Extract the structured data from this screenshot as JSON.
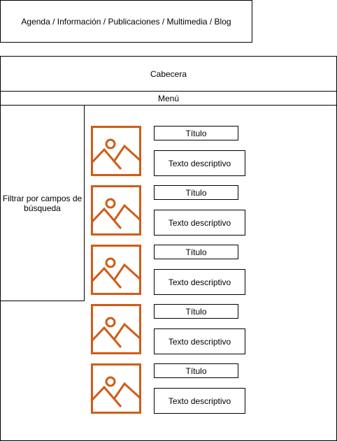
{
  "nav": {
    "label": "Agenda / Información / Publicaciones / Multimedia / Blog"
  },
  "header": {
    "label": "Cabecera"
  },
  "menu": {
    "label": "Menú"
  },
  "filter": {
    "label": "Filtrar por campos de búsqueda"
  },
  "colors": {
    "icon_stroke": "#D05C17",
    "border": "#000000"
  },
  "items": [
    {
      "icon": "image-placeholder-icon",
      "title": "Título",
      "description": "Texto descriptivo"
    },
    {
      "icon": "image-placeholder-icon",
      "title": "Título",
      "description": "Texto descriptivo"
    },
    {
      "icon": "image-placeholder-icon",
      "title": "Título",
      "description": "Texto descriptivo"
    },
    {
      "icon": "image-placeholder-icon",
      "title": "Título",
      "description": "Texto descriptivo"
    },
    {
      "icon": "image-placeholder-icon",
      "title": "Título",
      "description": "Texto descriptivo"
    }
  ]
}
